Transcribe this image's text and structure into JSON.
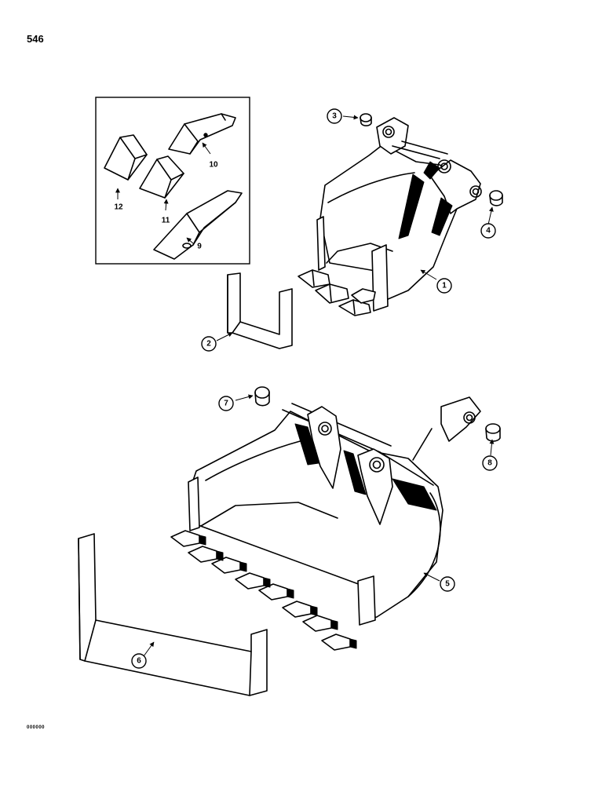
{
  "page": {
    "number": "546",
    "footer_code": "000000"
  },
  "callouts": {
    "c1": "1",
    "c2": "2",
    "c3": "3",
    "c4": "4",
    "c5": "5",
    "c6": "6",
    "c7": "7",
    "c8": "8",
    "c9": "9",
    "c10": "10",
    "c11": "11",
    "c12": "12"
  },
  "colors": {
    "line": "#000000",
    "background": "#ffffff"
  }
}
